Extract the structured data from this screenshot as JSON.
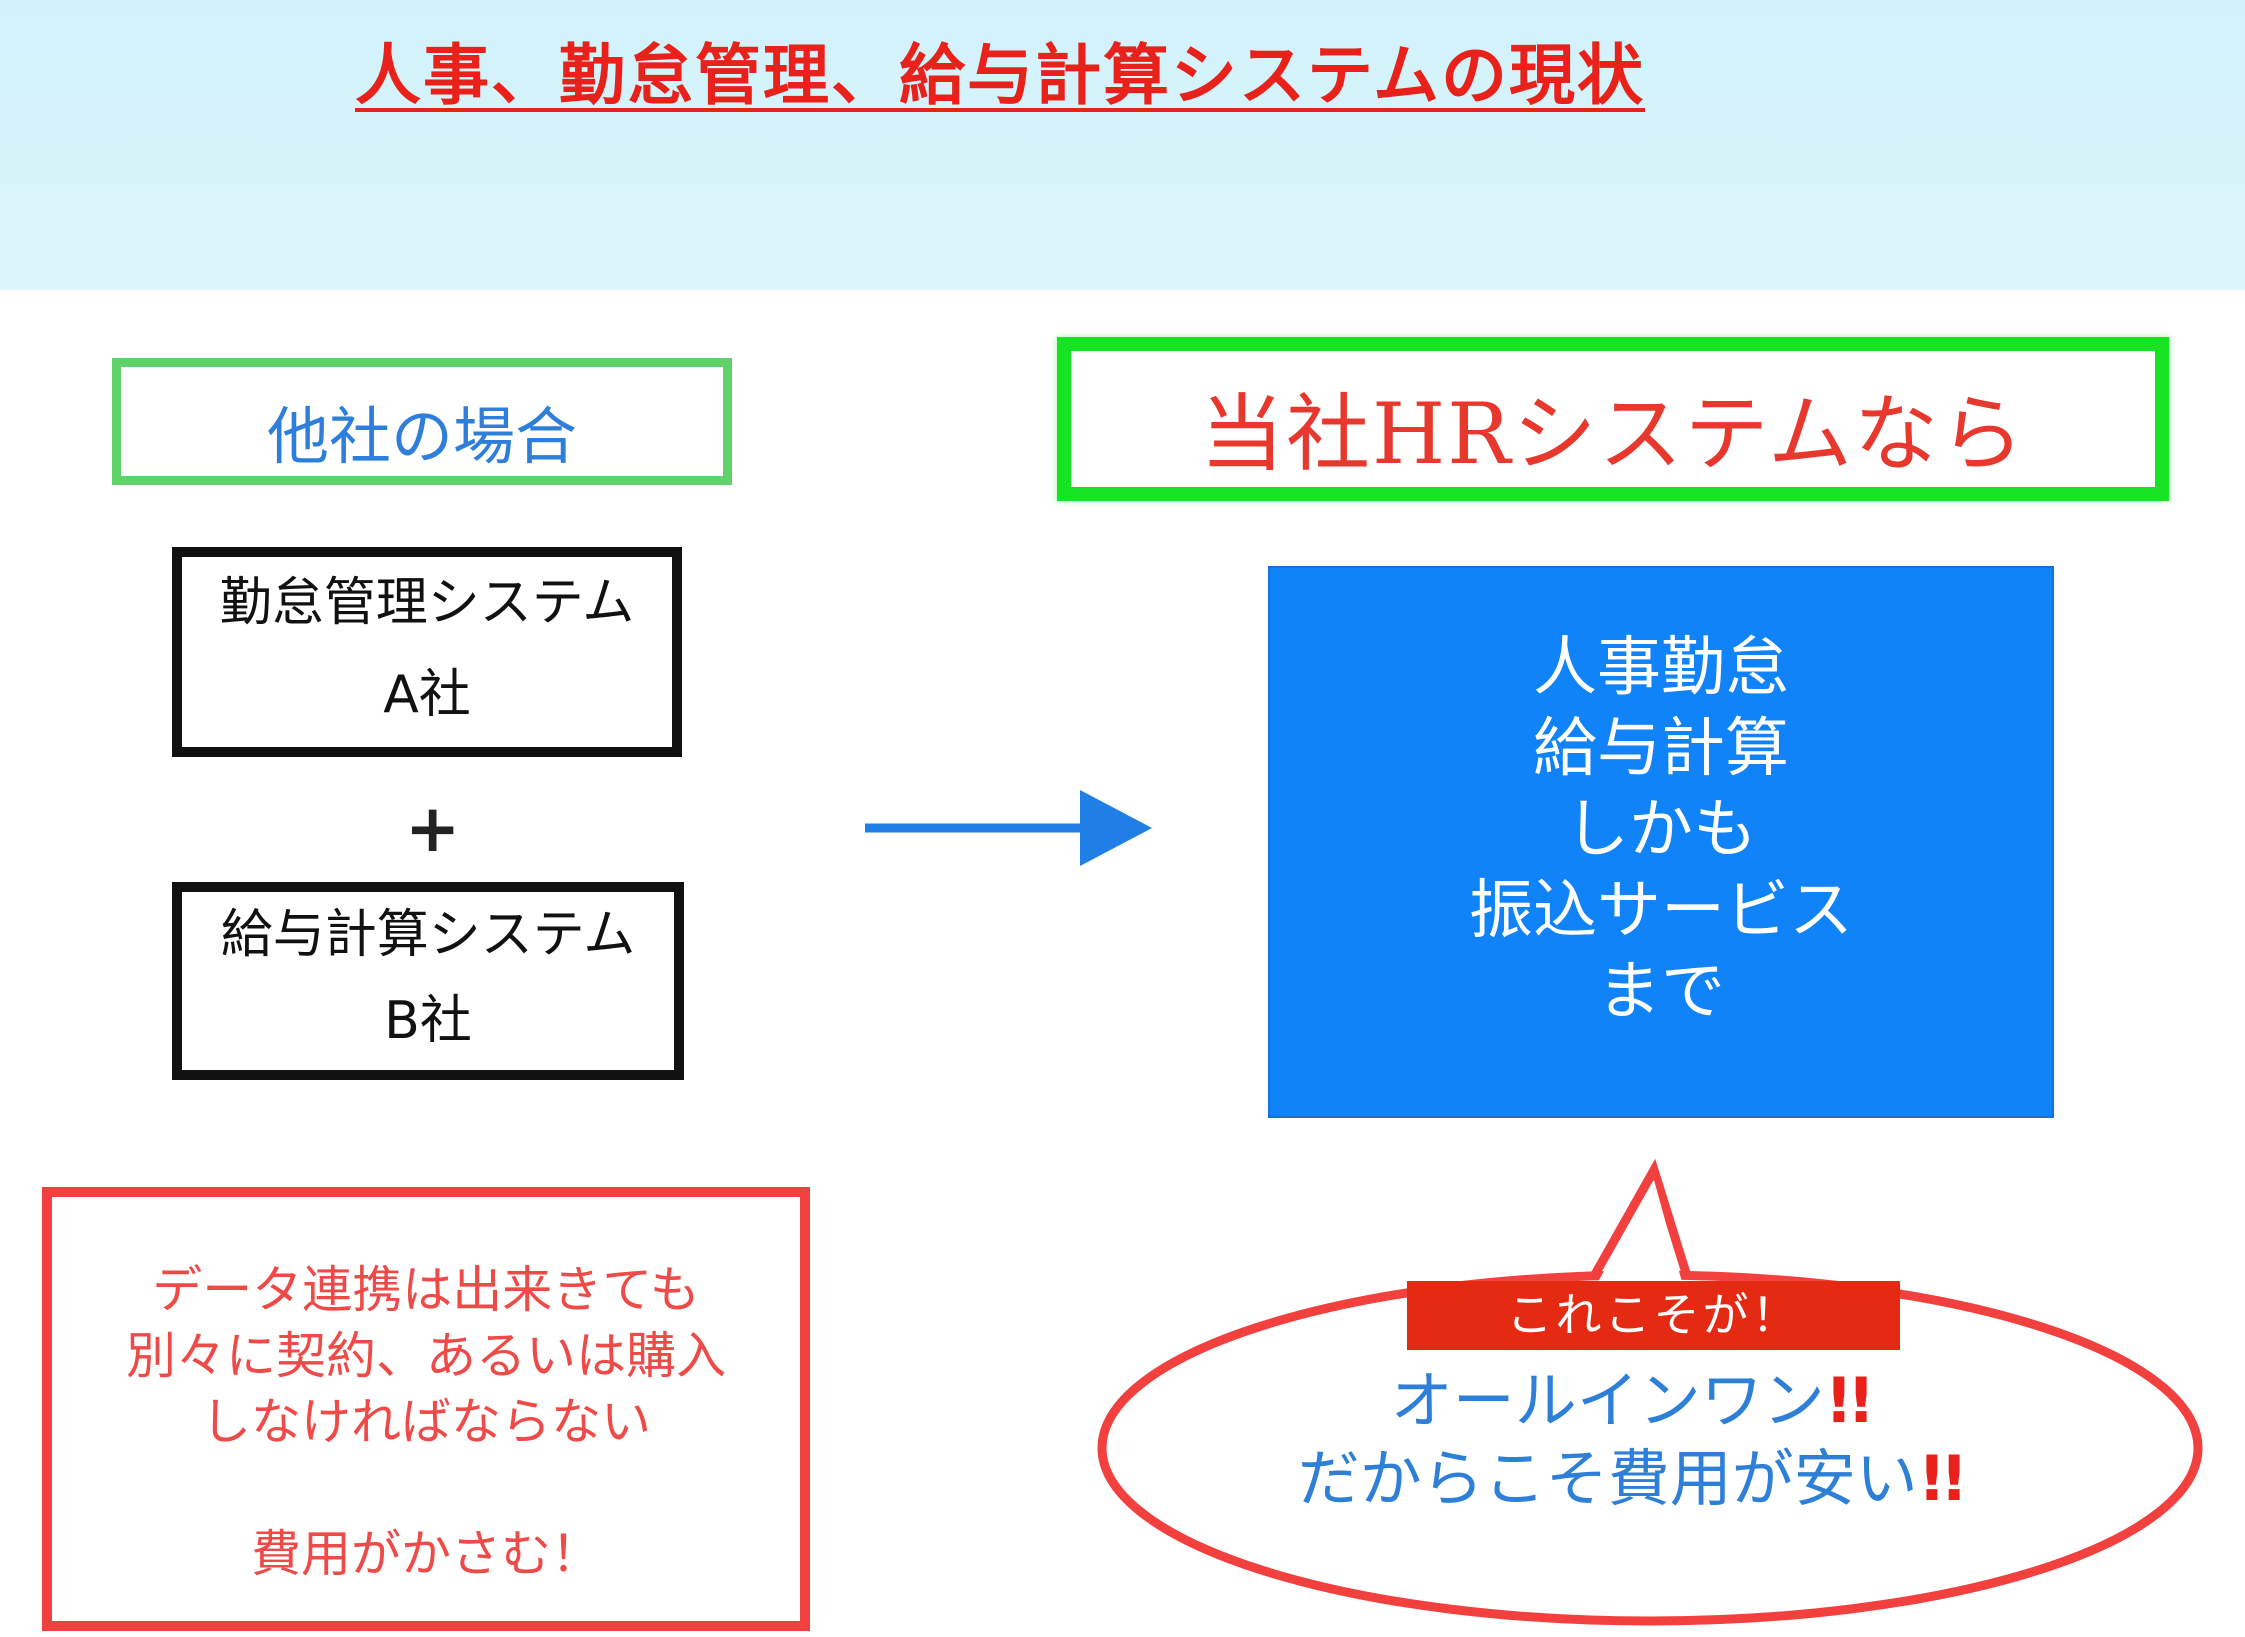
{
  "title": "人事、勤怠管理、給与計算システムの現状",
  "other": {
    "header": "他社の場合",
    "system_a": {
      "name": "勤怠管理システム",
      "vendor": "A社"
    },
    "plus": "+",
    "system_b": {
      "name": "給与計算システム",
      "vendor": "B社"
    },
    "problem_lines": [
      "データ連携は出来きても",
      "別々に契約、あるいは購入",
      "しなければならない",
      "",
      "費用がかさむ！"
    ]
  },
  "ours": {
    "header": "当社HRシステムなら",
    "features": [
      "人事勤怠",
      "給与計算",
      "しかも",
      "振込サービス",
      "まで"
    ],
    "callout_badge": "これこそが！",
    "callout_line1": "オールインワン",
    "callout_line2": "だからこそ費用が安い",
    "emphasis": "!!"
  },
  "colors": {
    "title_red": "#e8221b",
    "header_band": "#d2f2fb",
    "other_header_border": "#5fd36a",
    "ours_header_border": "#16e322",
    "feature_box_blue": "#0f83f7",
    "arrow_blue": "#1f7fe6",
    "callout_red": "#f2403e",
    "text_blue": "#2d7fd8"
  }
}
